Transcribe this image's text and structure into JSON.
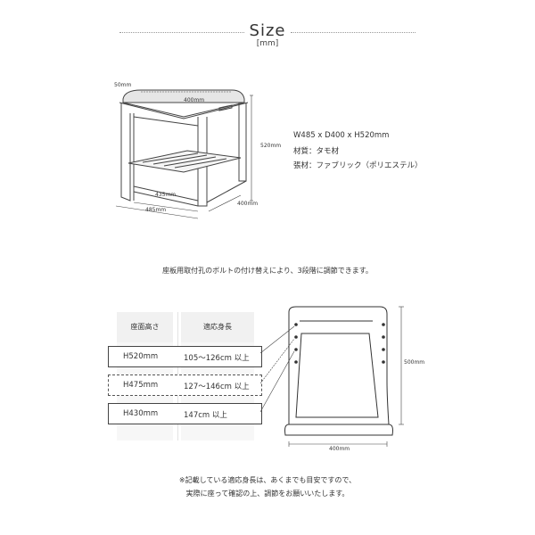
{
  "header": {
    "title": "Size",
    "unit": "[mm]"
  },
  "chair_dims": {
    "seat_depth_top": "50mm",
    "seat_width_top": "400mm",
    "height": "520mm",
    "inner_width": "435mm",
    "outer_width": "485mm",
    "depth": "400mm"
  },
  "specs": {
    "size": "W485 x D400 x H520mm",
    "material": "材質：タモ材",
    "fabric": "張材：ファブリック（ポリエステル）"
  },
  "adjust_note": "座板用取付孔のボルトの付け替えにより、3段階に調節できます。",
  "table": {
    "header_seat": "座面高さ",
    "header_height": "適応身長",
    "rows": [
      {
        "seat": "H520mm",
        "height": "105～126cm 以上"
      },
      {
        "seat": "H475mm",
        "height": "127～146cm 以上"
      },
      {
        "seat": "H430mm",
        "height": "147cm 以上"
      }
    ]
  },
  "side_dims": {
    "height": "500mm",
    "width": "400mm"
  },
  "footer": {
    "line1": "※記載している適応身長は、あくまでも目安ですので、",
    "line2": "実際に座って確認の上、調節をお願いいたします。"
  }
}
